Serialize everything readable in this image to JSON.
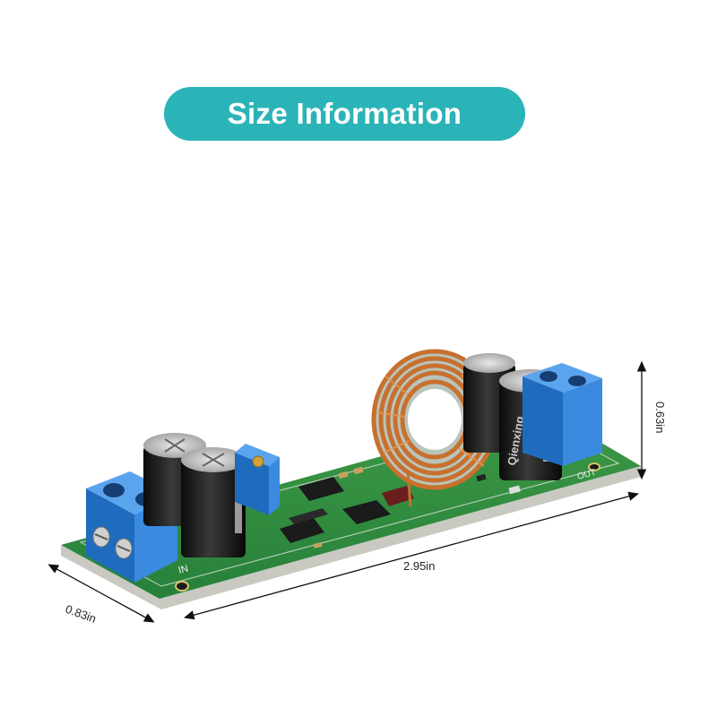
{
  "banner": {
    "title": "Size Information"
  },
  "dimensions": {
    "length": "2.95in",
    "width": "0.83in",
    "height": "0.63in"
  },
  "board": {
    "capacitor_brand": "Qienxing",
    "terminal_in_label": "IN",
    "terminal_out_label": "OUT"
  },
  "colors": {
    "banner": "#2bb4b8",
    "pcb": "#2e8b3a",
    "terminal": "#2f7fd0",
    "coil": "#c8702e"
  }
}
